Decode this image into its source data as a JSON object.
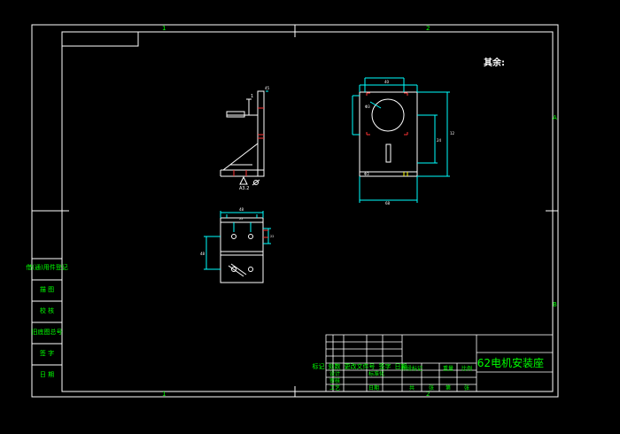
{
  "zones": {
    "top_1": "1",
    "top_2": "2",
    "bottom_1": "1",
    "bottom_2": "2",
    "right_a": "A",
    "right_b": "B"
  },
  "note": "其余:",
  "left_column": [
    "借(通)用件登记",
    "描 图",
    "校 核",
    "旧底图总号",
    "签 字",
    "日 期"
  ],
  "title_block": {
    "part_name": "62电机安装座",
    "row_labels": [
      "标记",
      "处数",
      "更改文件号",
      "签字",
      "日期"
    ],
    "row2": [
      "设计",
      "标准化"
    ],
    "row3": [
      "审核"
    ],
    "row4": [
      "工艺",
      "日期"
    ],
    "stage_labels": [
      "阶段标记",
      "重量",
      "比例"
    ],
    "sheet_labels": [
      "共",
      "张",
      "第",
      "张"
    ]
  },
  "dimensions": {
    "side_view": [
      "1",
      "45",
      "A3.2"
    ],
    "top_view": [
      "Φ3"
    ],
    "front_view": [
      "Φ3",
      "40",
      "68",
      "12",
      "24"
    ],
    "bottom_view": [
      "48",
      "48",
      "22",
      "22"
    ]
  },
  "colors": {
    "background": "#000000",
    "line": "#ffffff",
    "dimension": "#00ffff",
    "text": "#00ff00",
    "hole_mark": "#ff3333",
    "hatch": "#ffff00"
  }
}
